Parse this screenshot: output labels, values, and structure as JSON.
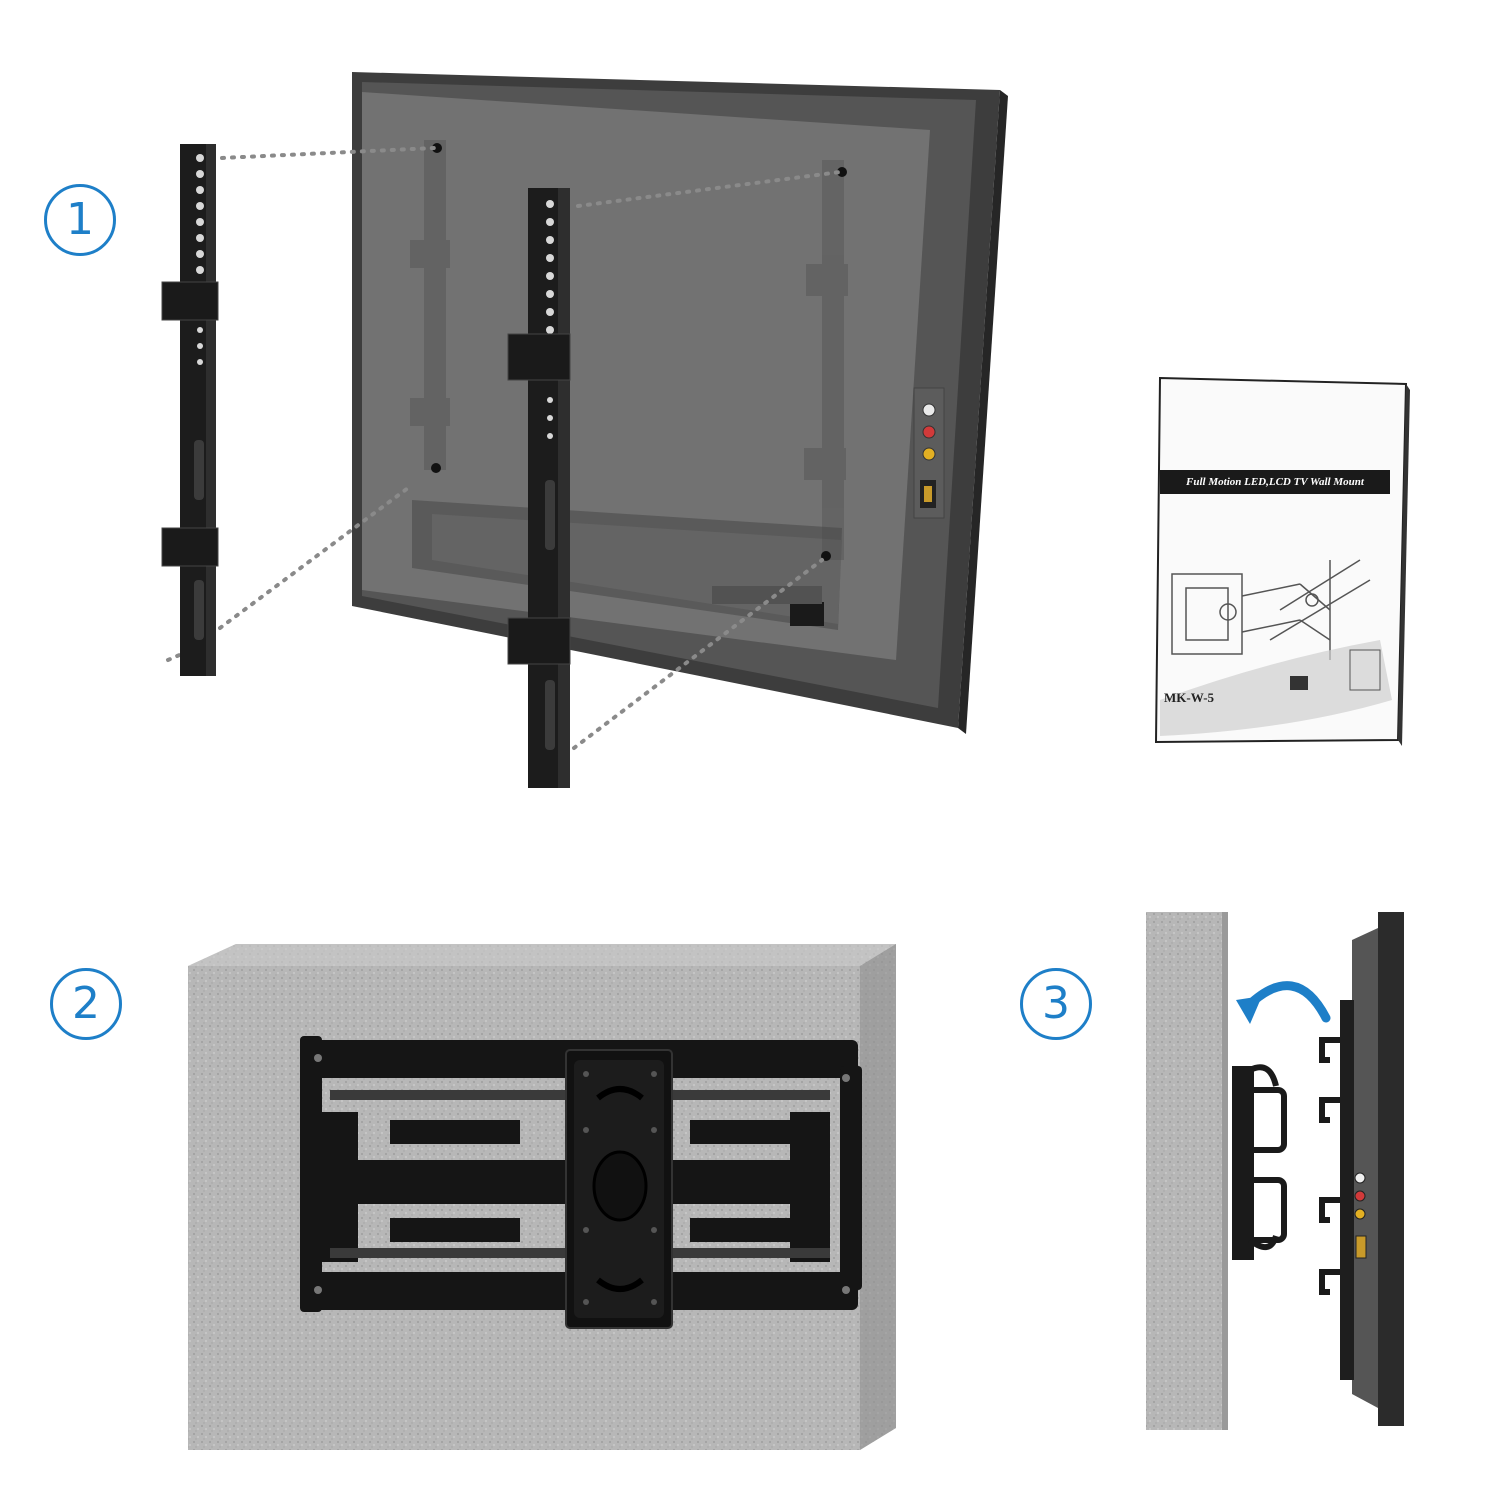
{
  "steps": [
    "1",
    "2",
    "3"
  ],
  "manual": {
    "title": "Full Motion LED,LCD TV Wall Mount",
    "model": "MK-W-5"
  },
  "colors": {
    "accent": "#1e7fc8",
    "tv_back": "#6f6f6f",
    "tv_frame": "#3a3a3a",
    "bracket": "#1c1c1c",
    "wall": "#b9b9b9"
  }
}
